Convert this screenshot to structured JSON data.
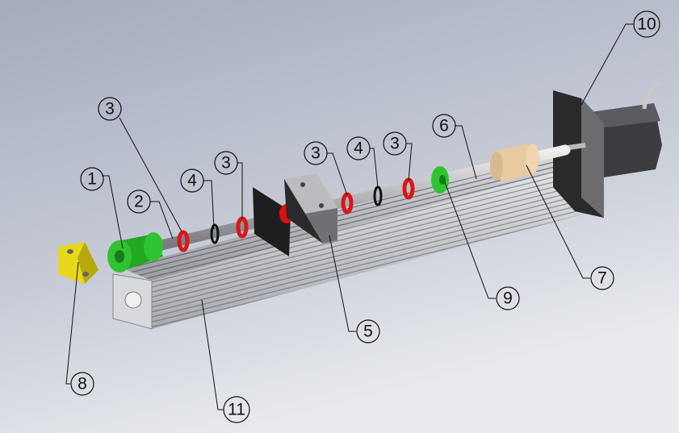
{
  "balloons": {
    "b1": "1",
    "b2": "2",
    "b3a": "3",
    "b4a": "4",
    "b3b": "3",
    "b3c": "3",
    "b4b": "4",
    "b3d": "3",
    "b6": "6",
    "b10": "10",
    "b7": "7",
    "b9": "9",
    "b5": "5",
    "b8": "8",
    "b11": "11"
  },
  "colors": {
    "coupler_green": "#2fc42f",
    "ring_red": "#d81818",
    "bracket_yellow": "#e8d81a",
    "nut_tan": "#e8c9a0",
    "background": "#b9bfcc"
  }
}
